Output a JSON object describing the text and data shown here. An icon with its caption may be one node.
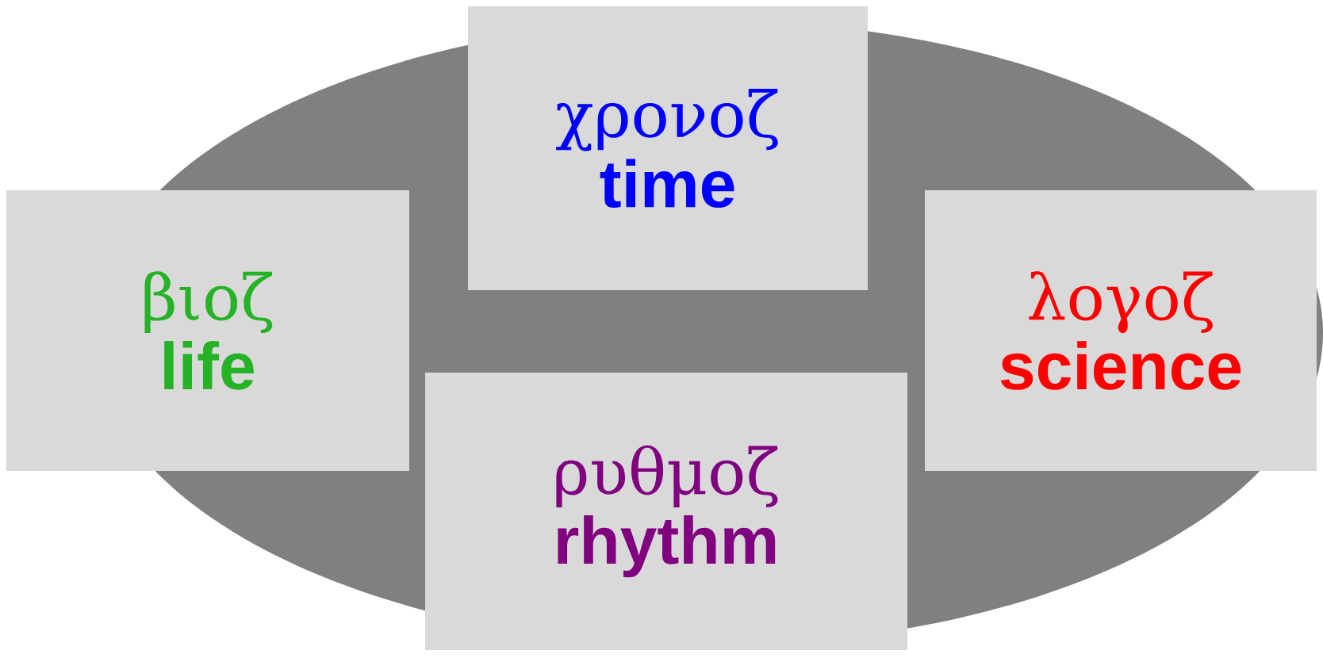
{
  "diagram": {
    "nodes": [
      {
        "text": [
          "χρονοζ",
          "time"
        ]
      },
      {
        "text": [
          "βιοζ",
          "life"
        ]
      },
      {
        "text": [
          "λογοζ",
          "science"
        ]
      },
      {
        "text": [
          "ρυθμοζ",
          "rhythm"
        ]
      }
    ]
  }
}
